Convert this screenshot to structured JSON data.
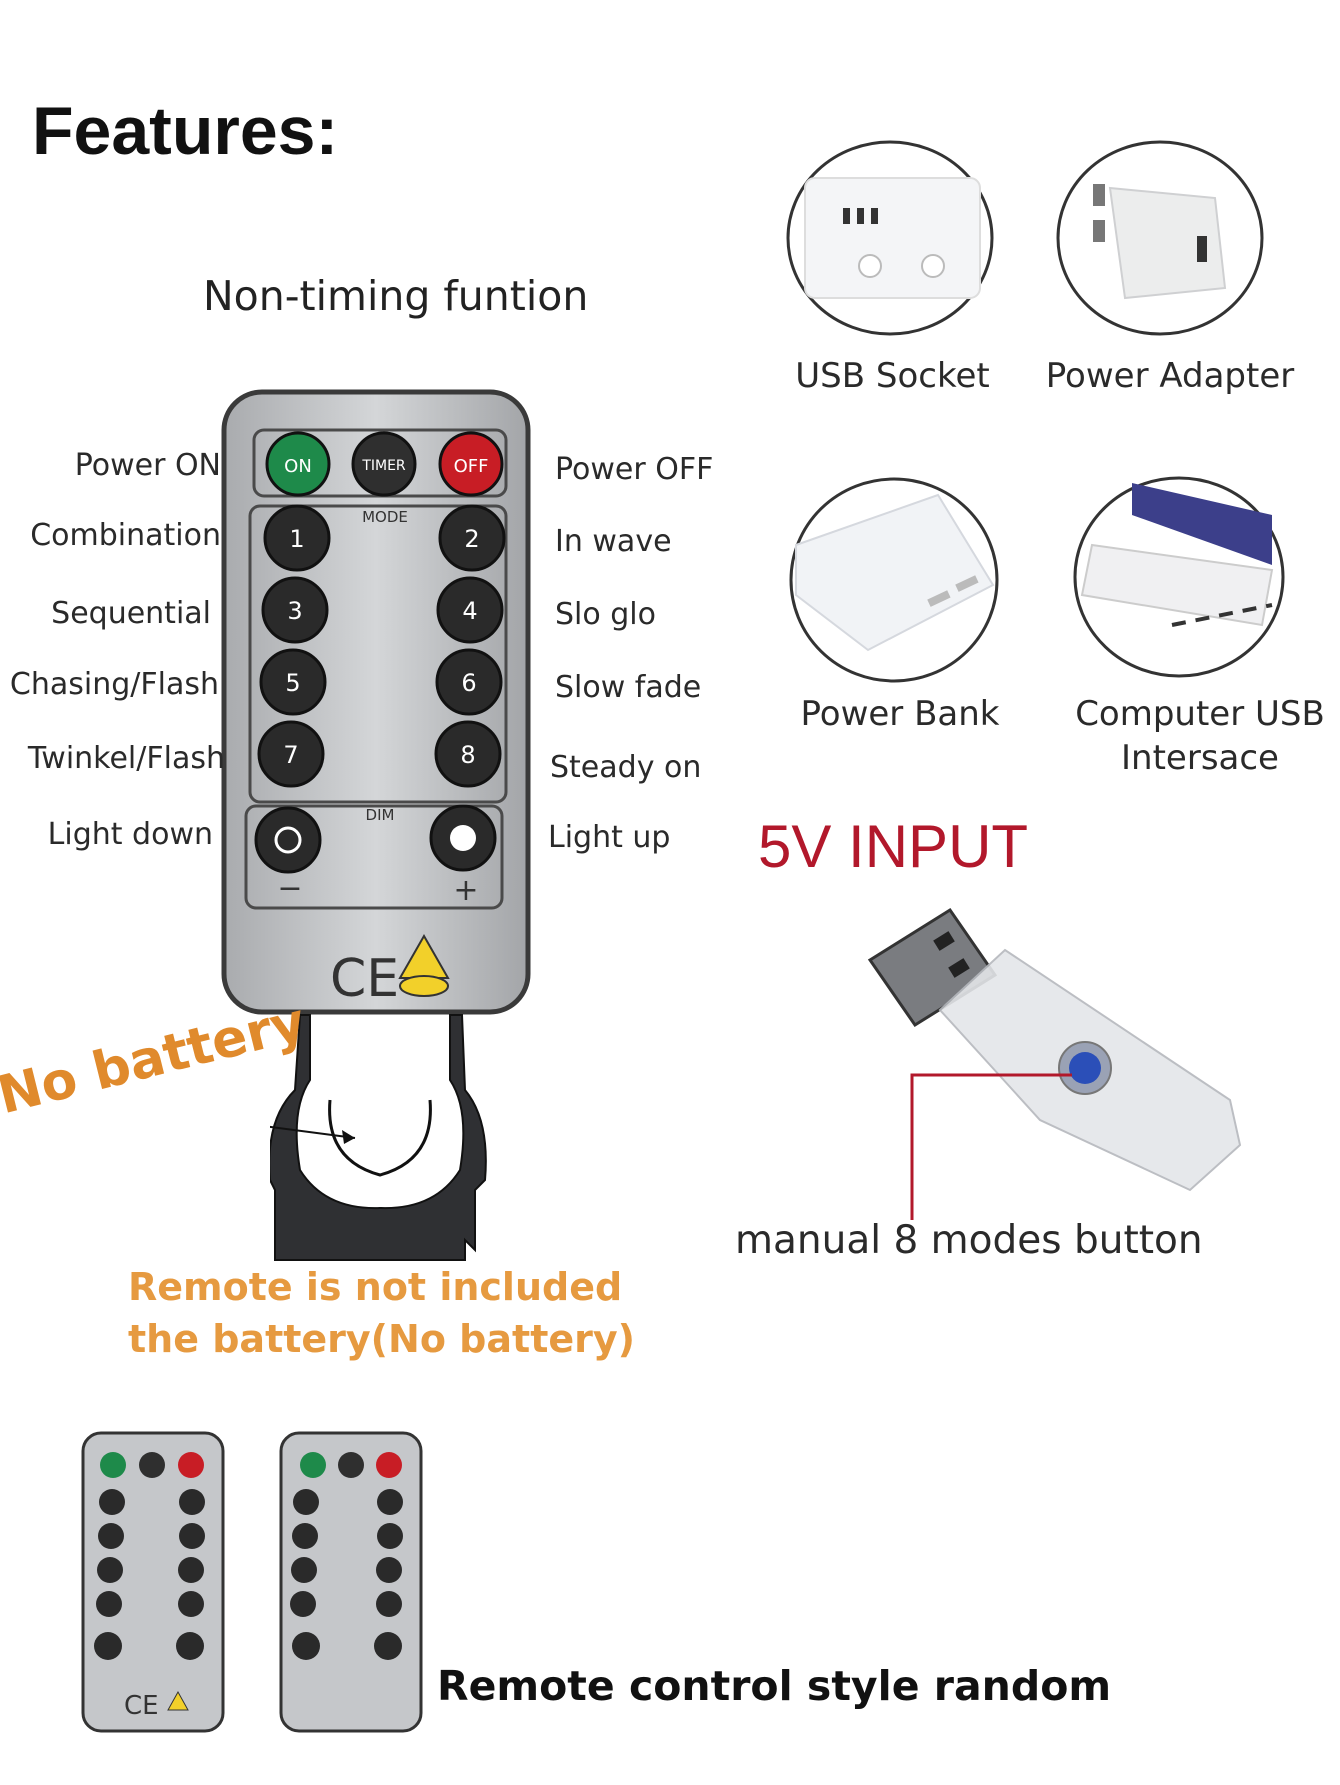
{
  "header": {
    "title": "Features:",
    "subtitle": "Non-timing funtion"
  },
  "remote": {
    "on_label": "ON",
    "timer_label": "TIMER",
    "off_label": "OFF",
    "mode_label": "MODE",
    "dim_label": "DIM",
    "minus": "−",
    "plus": "+",
    "ce": "CE",
    "numbers": [
      "1",
      "2",
      "3",
      "4",
      "5",
      "6",
      "7",
      "8"
    ]
  },
  "functions_left": [
    "Power ON",
    "Combination",
    "Sequential",
    "Chasing/Flash",
    "Twinkel/Flash",
    "Light down"
  ],
  "functions_right": [
    "Power OFF",
    "In wave",
    "Slo glo",
    "Slow fade",
    "Steady on",
    "Light up"
  ],
  "power_sources": [
    {
      "label": "USB Socket",
      "icon": "usb-socket-icon"
    },
    {
      "label": "Power Adapter",
      "icon": "power-adapter-icon"
    },
    {
      "label": "Power Bank",
      "icon": "power-bank-icon"
    },
    {
      "label_line1": "Computer USB",
      "label_line2": "Intersace",
      "icon": "laptop-icon"
    }
  ],
  "input_label": "5V INPUT",
  "usb_button_label": "manual 8 modes button",
  "battery": {
    "tag": "No battery",
    "note_line1": "Remote is not included",
    "note_line2": "the battery(No battery)"
  },
  "footer": {
    "random_label": "Remote control style random"
  },
  "colors": {
    "on_button": "#1e8a4a",
    "off_button": "#c81d25",
    "accent_red": "#b2182b",
    "orange": "#e69a40"
  }
}
